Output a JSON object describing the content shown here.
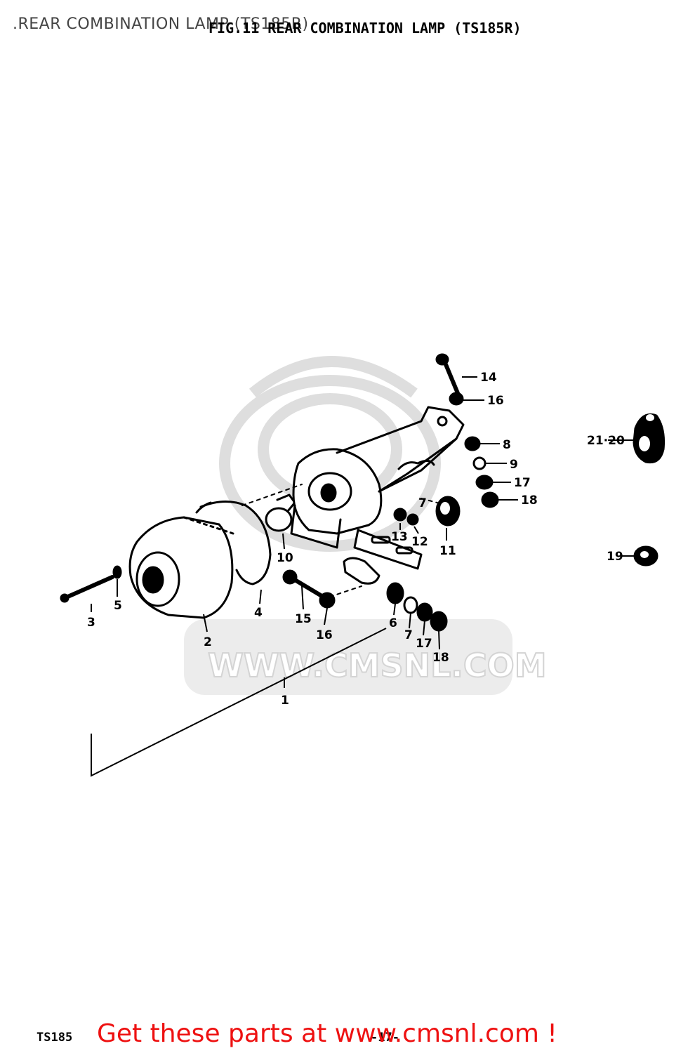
{
  "header": {
    "title": ".REAR COMBINATION LAMP (TS185R)",
    "scan_title": "FIG.11 REAR COMBINATION LAMP (TS185R)"
  },
  "watermark": {
    "text": "WWW.CMSNL.COM",
    "logo_icon": "cmsnl-logo-icon"
  },
  "callouts": [
    {
      "id": "c1",
      "label": "1"
    },
    {
      "id": "c2",
      "label": "2"
    },
    {
      "id": "c3",
      "label": "3"
    },
    {
      "id": "c4",
      "label": "4"
    },
    {
      "id": "c5",
      "label": "5"
    },
    {
      "id": "c6",
      "label": "6"
    },
    {
      "id": "c7a",
      "label": "7"
    },
    {
      "id": "c7b",
      "label": "7"
    },
    {
      "id": "c8",
      "label": "8"
    },
    {
      "id": "c9",
      "label": "9"
    },
    {
      "id": "c10",
      "label": "10"
    },
    {
      "id": "c11",
      "label": "11"
    },
    {
      "id": "c12",
      "label": "12"
    },
    {
      "id": "c13",
      "label": "13"
    },
    {
      "id": "c14",
      "label": "14"
    },
    {
      "id": "c15",
      "label": "15"
    },
    {
      "id": "c16a",
      "label": "16"
    },
    {
      "id": "c16b",
      "label": "16"
    },
    {
      "id": "c17a",
      "label": "17"
    },
    {
      "id": "c17b",
      "label": "17"
    },
    {
      "id": "c18a",
      "label": "18"
    },
    {
      "id": "c18b",
      "label": "18"
    },
    {
      "id": "c19",
      "label": "19"
    },
    {
      "id": "c2120",
      "label": "21·20"
    }
  ],
  "footer": {
    "code": "TS185",
    "page": "-17-",
    "cta": "Get these parts at www.cmsnl.com !"
  },
  "colors": {
    "cta": "#ee1111",
    "ink": "#000000",
    "watermark": "#d4d4d4"
  }
}
